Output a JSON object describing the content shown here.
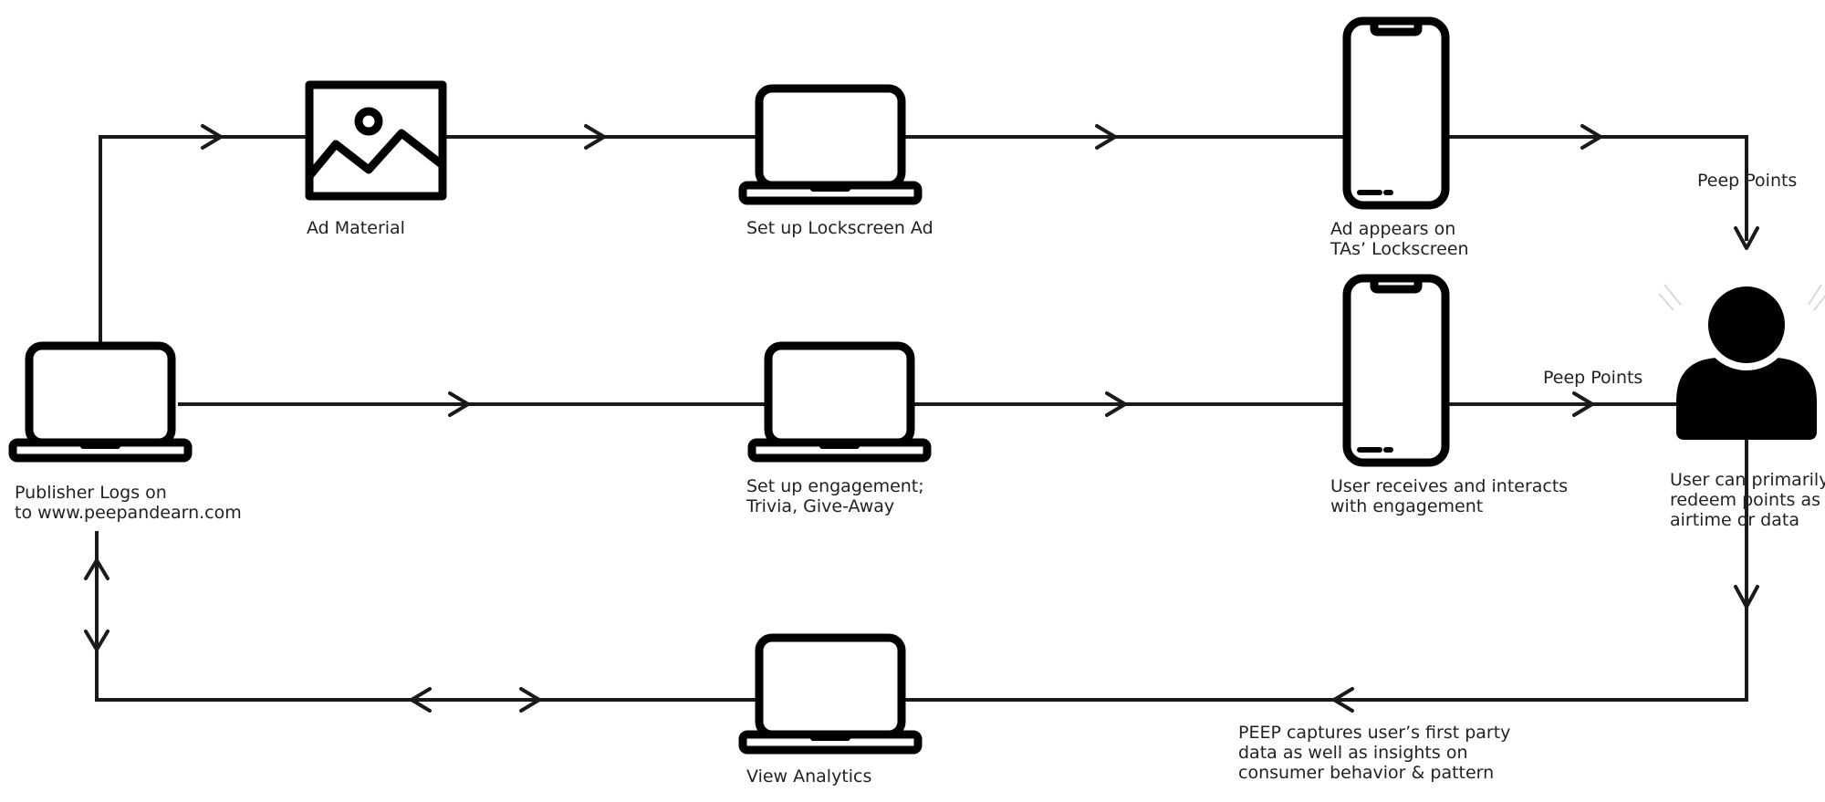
{
  "nodes": {
    "publisher": {
      "icon": "laptop-icon",
      "lines": [
        "Publisher Logs on",
        "to www.peepandearn.com"
      ]
    },
    "ad_material": {
      "icon": "image-icon",
      "lines": [
        "Ad Material"
      ]
    },
    "setup_lockscreen": {
      "icon": "laptop-icon",
      "lines": [
        "Set up Lockscreen Ad"
      ]
    },
    "ad_appears": {
      "icon": "smartphone-icon",
      "lines": [
        "Ad appears on",
        "TAs’ Lockscreen"
      ]
    },
    "setup_engagement": {
      "icon": "laptop-icon",
      "lines": [
        "Set up engagement;",
        "Trivia, Give-Away"
      ]
    },
    "user_receives": {
      "icon": "smartphone-icon",
      "lines": [
        "User receives and interacts",
        "with engagement"
      ]
    },
    "user": {
      "icon": "user-icon",
      "lines": [
        "User can primarily",
        "redeem points as",
        "airtime or data"
      ]
    },
    "analytics": {
      "icon": "laptop-icon",
      "lines": [
        "View Analytics"
      ]
    }
  },
  "edge_labels": {
    "peep_points_top": "Peep Points",
    "peep_points_middle": "Peep Points",
    "peep_captures": [
      "PEEP captures user’s first party",
      "data as well as insights on",
      "consumer behavior & pattern"
    ]
  },
  "colors": {
    "stroke": "#000000",
    "text": "#222222",
    "background": "#ffffff"
  }
}
